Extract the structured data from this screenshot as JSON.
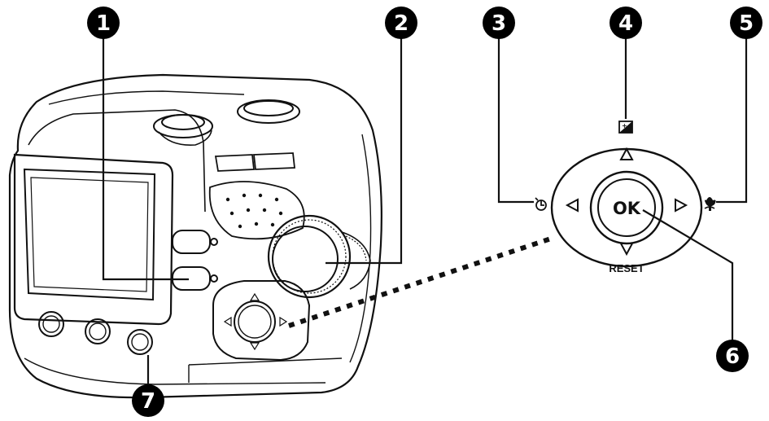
{
  "callouts": [
    "1",
    "2",
    "3",
    "4",
    "5",
    "6",
    "7"
  ],
  "dial": {
    "center_label": "OK",
    "bottom_label": "RESET",
    "up_icon": "exposure-compensation-icon",
    "left_icon": "self-timer-icon",
    "right_icon": "macro-flower-icon",
    "arrow_icon": "triangle-arrow-icon"
  },
  "colors": {
    "line": "#111111",
    "callout_fill": "#000000",
    "callout_text": "#ffffff"
  }
}
